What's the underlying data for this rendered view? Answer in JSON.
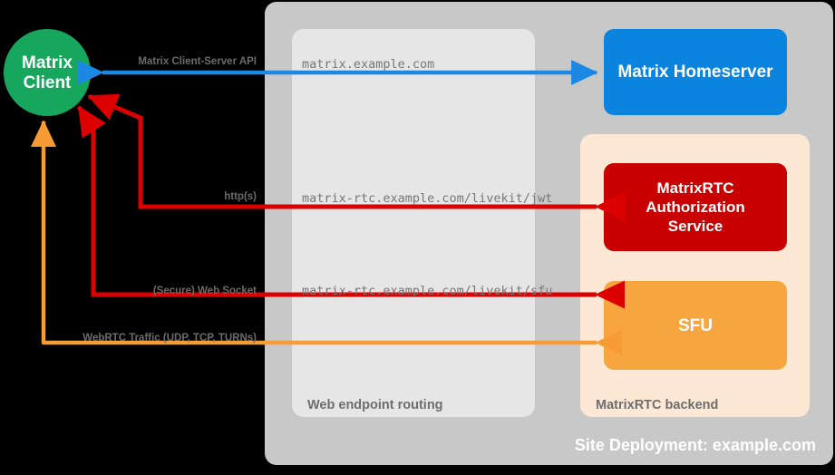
{
  "diagram": {
    "background_color": "#000000",
    "site": {
      "caption": "Site Deployment: example.com",
      "fill": "#c8c8c8"
    },
    "containers": [
      {
        "id": "web-endpoint-routing",
        "caption": "Web endpoint routing",
        "fill": "#e6e6e6"
      },
      {
        "id": "matrixrtc-backend",
        "caption": "MatrixRTC backend",
        "fill": "#fce8d5"
      }
    ],
    "nodes": [
      {
        "id": "matrix-client",
        "label_line1": "Matrix",
        "label_line2": "Client",
        "shape": "circle",
        "fill": "#16a75c",
        "text_color": "#ffffff"
      },
      {
        "id": "matrix-homeserver",
        "label": "Matrix Homeserver",
        "shape": "rounded-rect",
        "fill": "#0b84e0",
        "text_color": "#ffffff"
      },
      {
        "id": "matrixrtc-authorization-service",
        "label_line1": "MatrixRTC",
        "label_line2": "Authorization",
        "label_line3": "Service",
        "shape": "rounded-rect",
        "fill": "#c80000",
        "text_color": "#ffffff"
      },
      {
        "id": "sfu",
        "label": "SFU",
        "shape": "rounded-rect",
        "fill": "#f7a53e",
        "text_color": "#ffffff"
      }
    ],
    "endpoints": [
      {
        "id": "endpoint-matrix",
        "text": "matrix.example.com"
      },
      {
        "id": "endpoint-livekit-jwt",
        "text": "matrix-rtc.example.com/livekit/jwt"
      },
      {
        "id": "endpoint-livekit-sfu",
        "text": "matrix-rtc.example.com/livekit/sfu"
      }
    ],
    "flows": [
      {
        "id": "flow-client-server-api",
        "caption": "Matrix Client-Server API",
        "color": "#1d87e4",
        "from": "matrix-client",
        "to": "matrix-homeserver"
      },
      {
        "id": "flow-https",
        "caption": "http(s)",
        "color": "#dd0000",
        "from": "matrix-client",
        "to": "matrixrtc-authorization-service"
      },
      {
        "id": "flow-websocket",
        "caption": "(Secure) Web Socket",
        "color": "#dd0000",
        "from": "matrix-client",
        "to": "sfu"
      },
      {
        "id": "flow-webrtc",
        "caption": "WebRTC Traffic (UDP, TCP, TURNs)",
        "color": "#f79c34",
        "from": "matrix-client",
        "to": "sfu"
      }
    ]
  }
}
